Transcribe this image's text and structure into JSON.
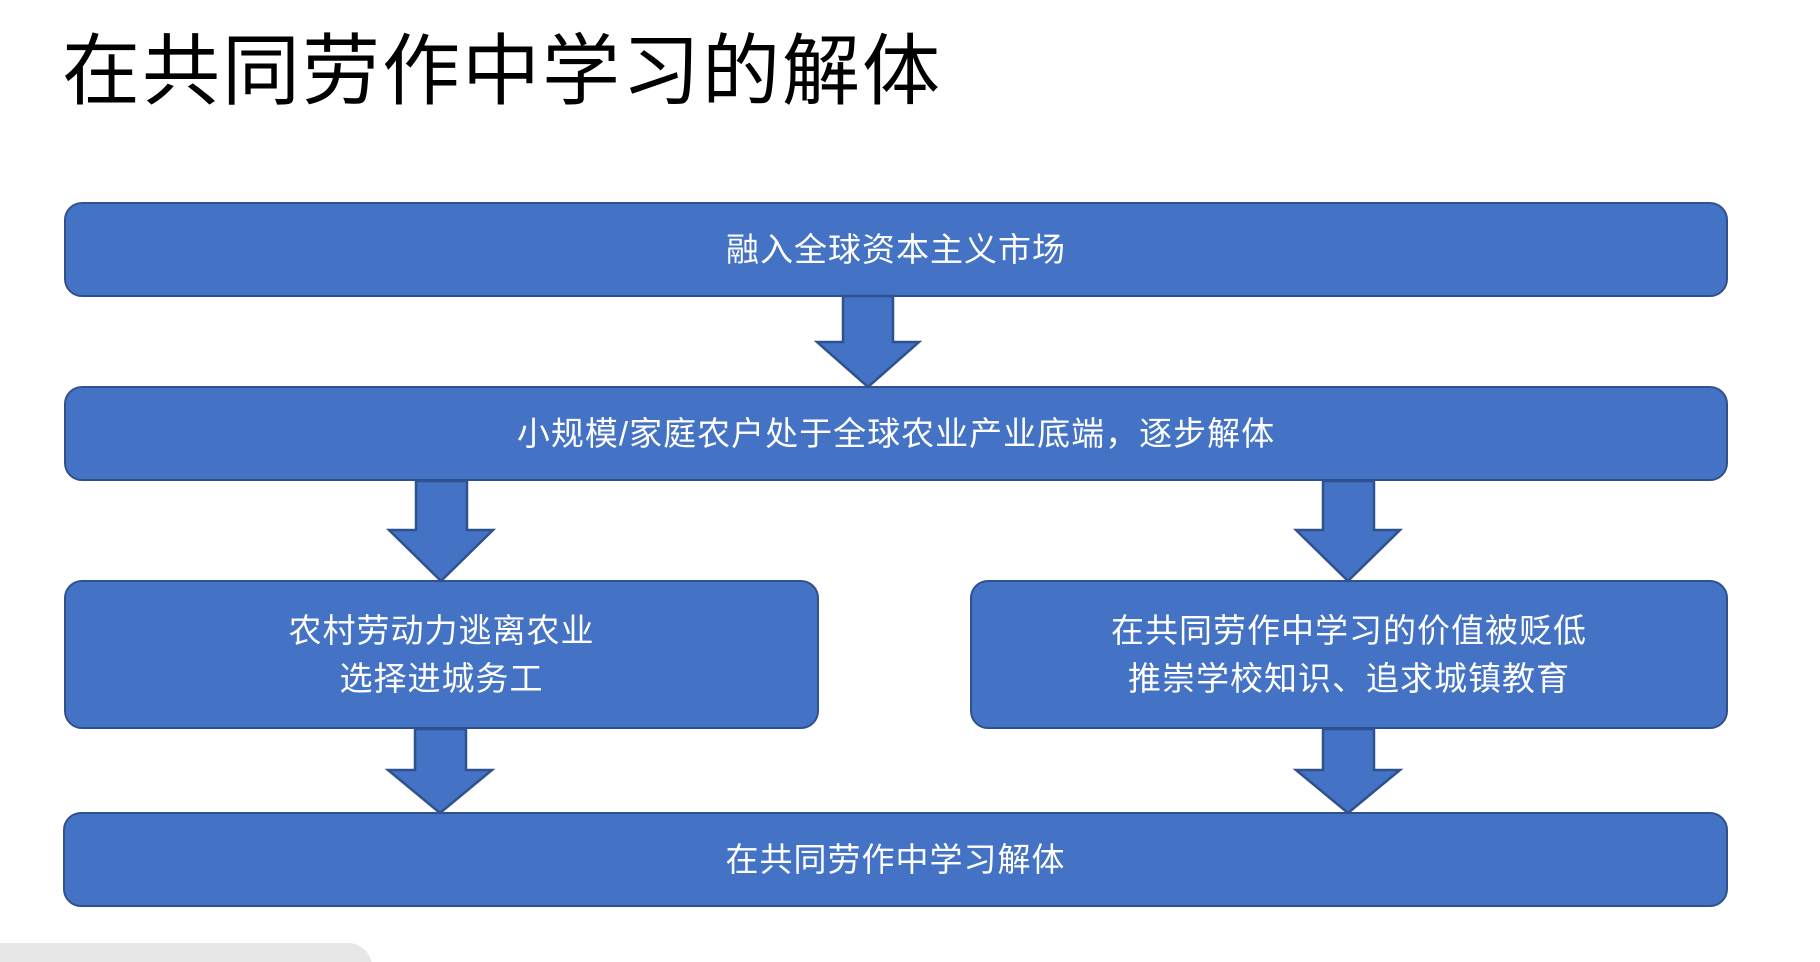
{
  "slide": {
    "title": "在共同劳作中学习的解体",
    "flowchart": {
      "top": "融入全球资本主义市场",
      "second": "小规模/家庭农户处于全球农业产业底端，逐步解体",
      "branch_left": {
        "line1": "农村劳动力逃离农业",
        "line2": "选择进城务工"
      },
      "branch_right": {
        "line1": "在共同劳作中学习的价值被贬低",
        "line2": "推崇学校知识、追求城镇教育"
      },
      "bottom": "在共同劳作中学习解体"
    },
    "flow_order": [
      "融入全球资本主义市场",
      "小规模/家庭农户处于全球农业产业底端，逐步解体",
      "农村劳动力逃离农业 选择进城务工 | 在共同劳作中学习的价值被贬低 推崇学校知识、追求城镇教育",
      "在共同劳作中学习解体"
    ]
  },
  "colors": {
    "box_fill": "#4472C4",
    "box_border": "#2F528F",
    "box_text": "#FFFFFF",
    "title_text": "#000000",
    "corner_popup": "#E7E7E7",
    "background": "#FFFFFF"
  }
}
